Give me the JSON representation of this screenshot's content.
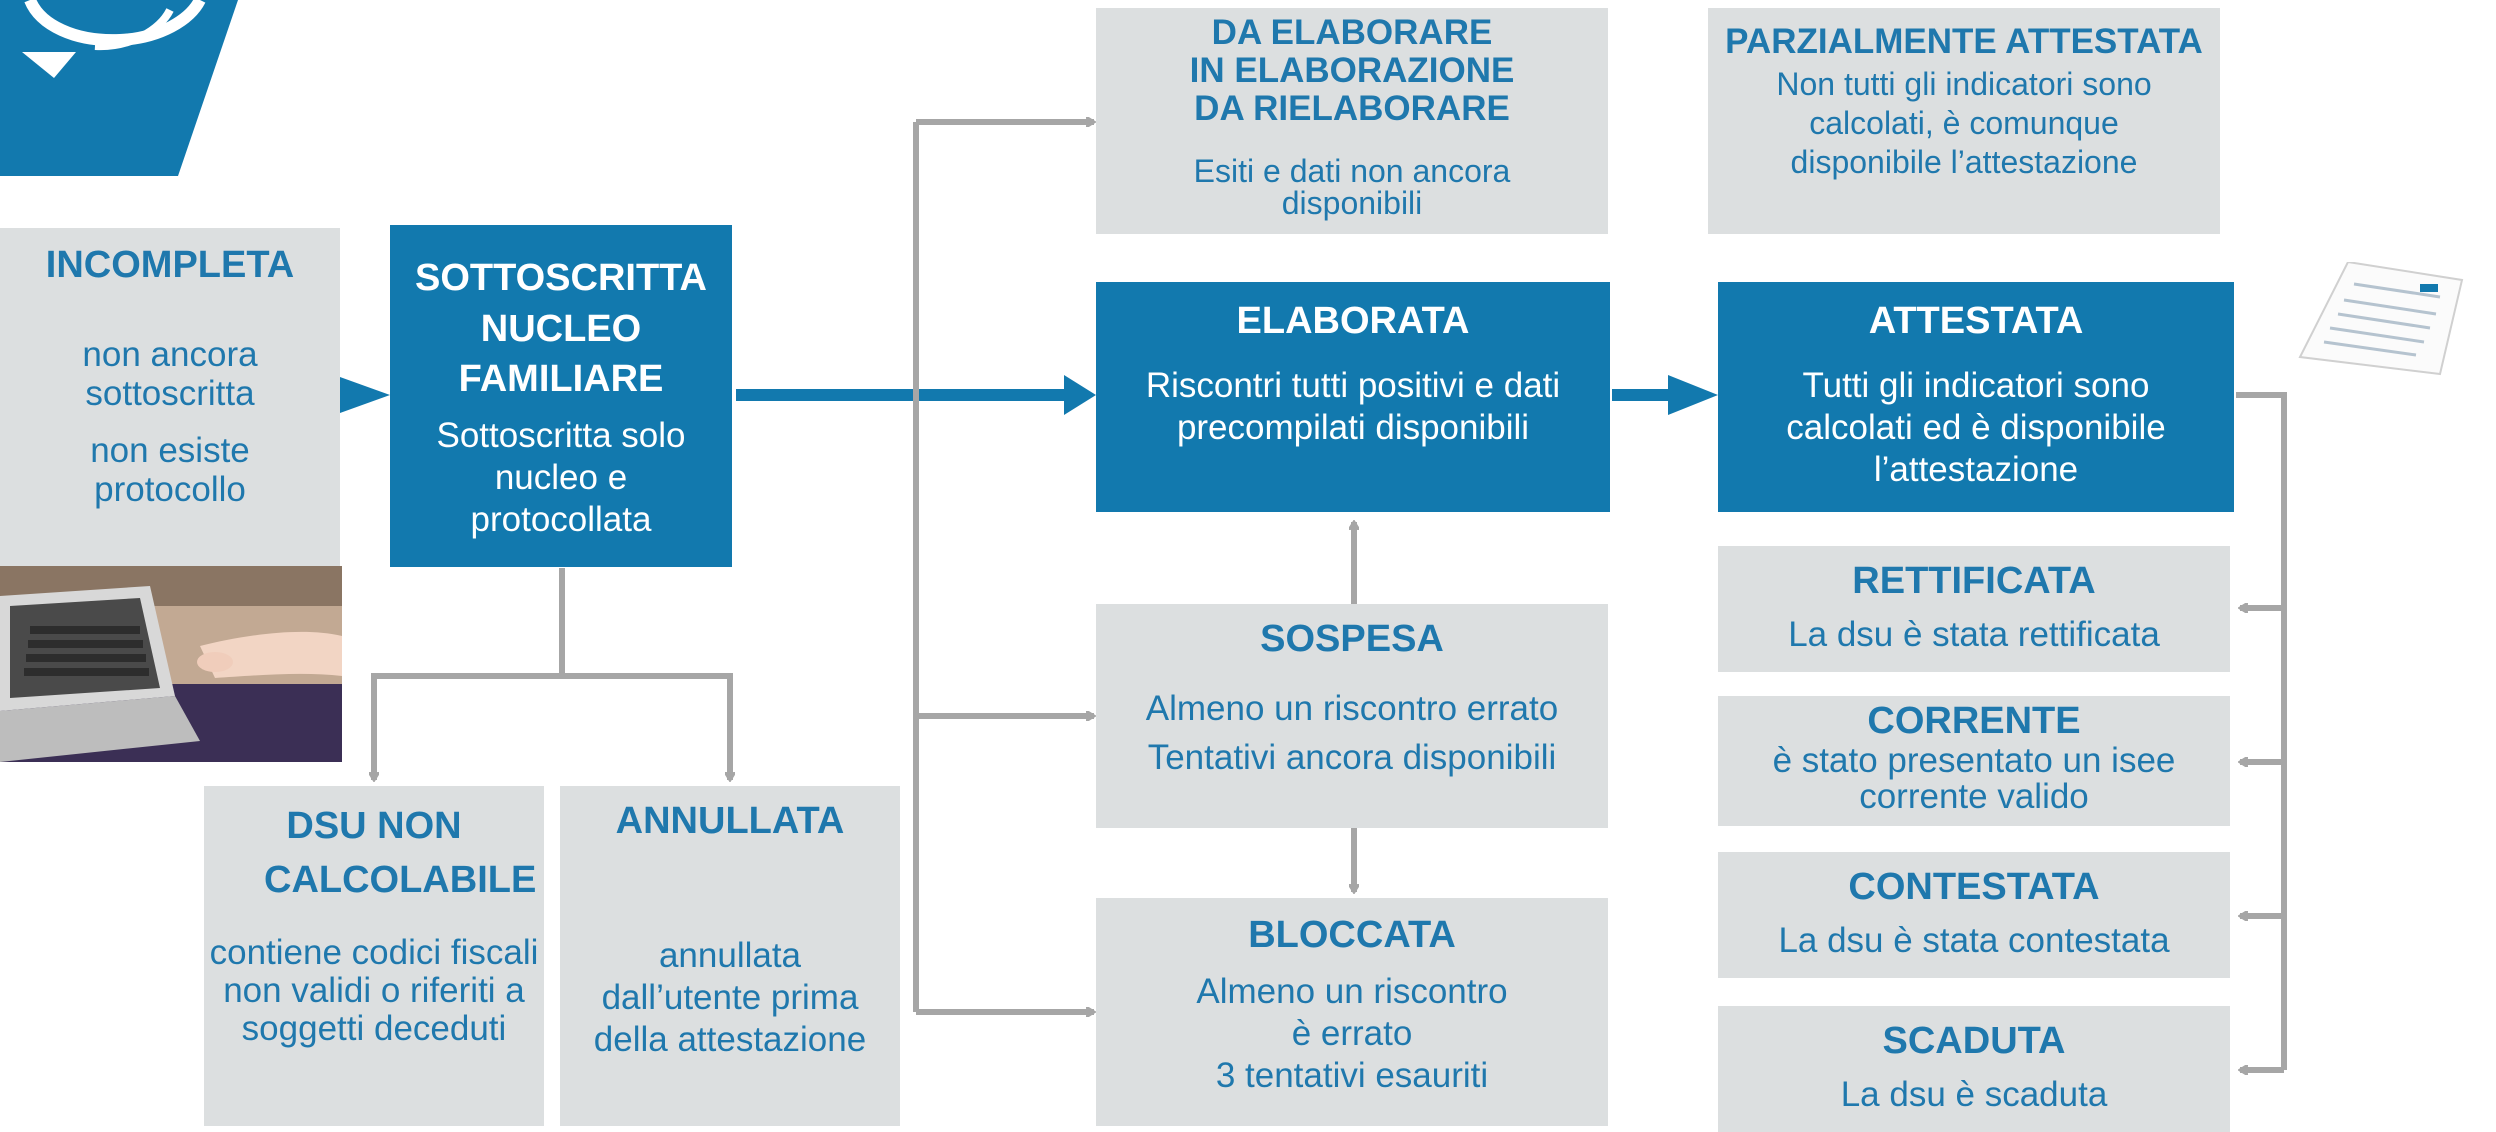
{
  "states": {
    "incompleta": {
      "title": "INCOMPLETA",
      "desc1": "non ancora sottoscritta",
      "desc2": "non esiste protocollo"
    },
    "sottoscritta": {
      "title": "SOTTOSCRITTA NUCLEO FAMILIARE",
      "desc": "Sottoscritta solo nucleo e protocollata"
    },
    "dsu_non_calcolabile": {
      "title": "DSU NON CALCOLABILE",
      "desc": "contiene codici fiscali non validi o riferiti a soggetti deceduti"
    },
    "annullata": {
      "title": "ANNULLATA",
      "desc": "annullata dall’utente prima della attestazione"
    },
    "da_elaborare": {
      "title1": "DA ELABORARE",
      "title2": "IN ELABORAZIONE",
      "title3": "DA RIELABORARE",
      "desc": "Esiti e dati non ancora disponibili"
    },
    "elaborata": {
      "title": "ELABORATA",
      "desc": "Riscontri tutti positivi e dati precompilati disponibili"
    },
    "sospesa": {
      "title": "SOSPESA",
      "desc1": "Almeno un riscontro errato",
      "desc2": "Tentativi ancora disponibili"
    },
    "bloccata": {
      "title": "BLOCCATA",
      "desc1": "Almeno un riscontro",
      "desc2": "è errato",
      "desc3": "3 tentativi esauriti"
    },
    "parzialmente_attestata": {
      "title": "PARZIALMENTE ATTESTATA",
      "desc": "Non tutti gli indicatori sono calcolati, è comunque disponibile l’attestazione"
    },
    "attestata": {
      "title": "ATTESTATA",
      "desc": "Tutti gli indicatori sono calcolati ed è disponibile l’attestazione"
    },
    "rettificata": {
      "title": "RETTIFICATA",
      "desc": "La dsu è stata rettificata"
    },
    "corrente": {
      "title": "CORRENTE",
      "desc": "è stato presentato un isee corrente valido"
    },
    "contestata": {
      "title": "CONTESTATA",
      "desc": "La dsu è stata contestata"
    },
    "scaduta": {
      "title": "SCADUTA",
      "desc": "La dsu è scaduta"
    }
  },
  "icons": [
    "refresh-arrows-icon",
    "laptop-image",
    "document-image"
  ],
  "colors": {
    "primary_blue": "#1279ae",
    "box_gray": "#dcdfe0",
    "text_blue": "#1f78ad",
    "connector_gray": "#a6a6a6"
  }
}
